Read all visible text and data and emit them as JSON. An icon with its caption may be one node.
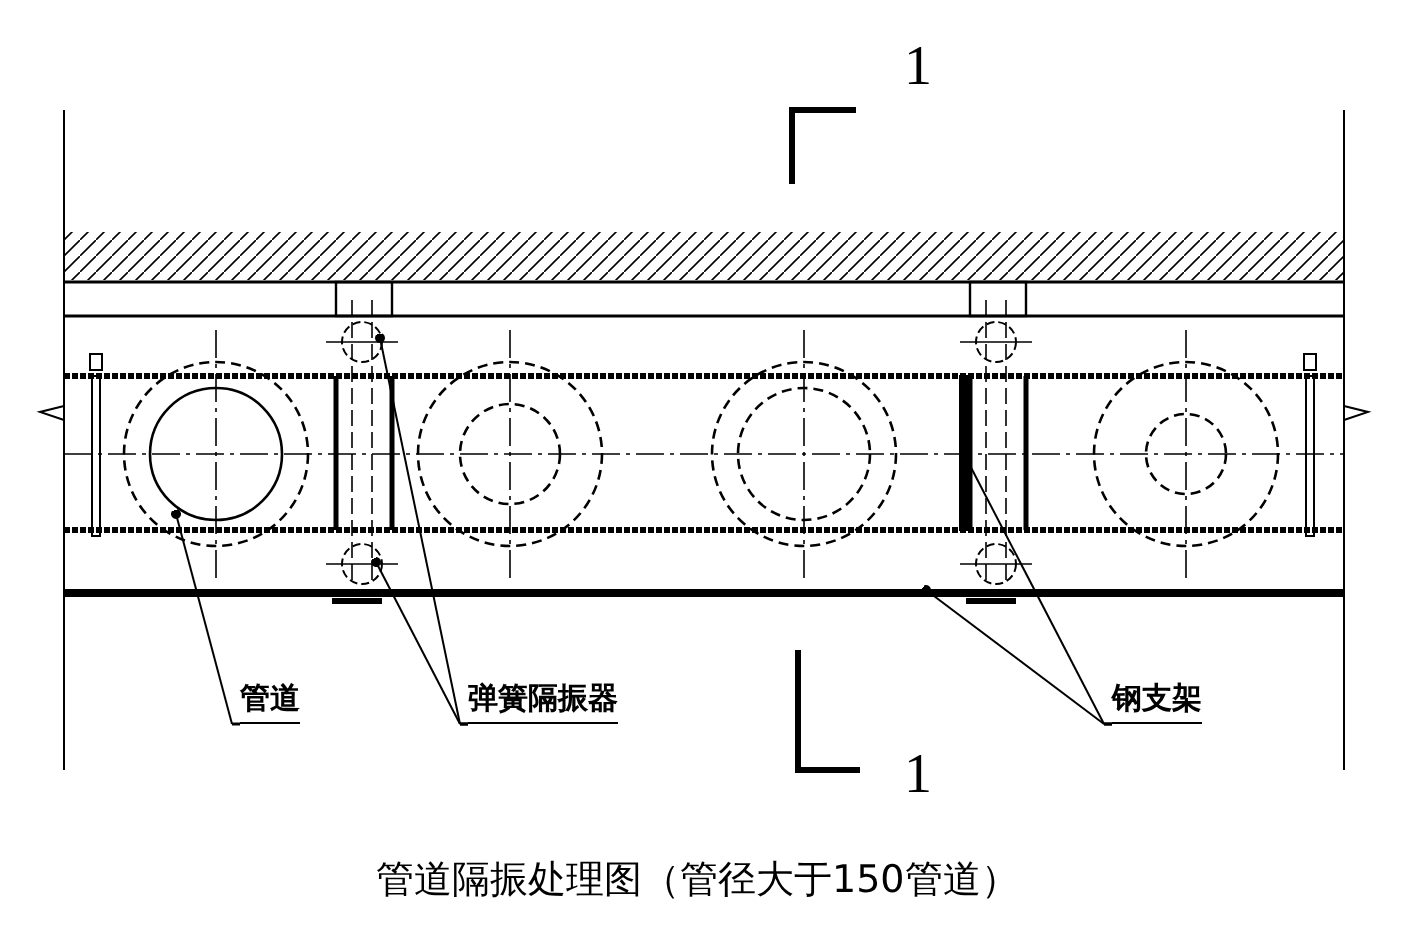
{
  "diagram": {
    "caption": "管道隔振处理图（管径大于150管道）",
    "nodes": [
      {
        "text": [
          "管道"
        ]
      },
      {
        "text": [],
        "shape": "circle"
      },
      {
        "text": [
          "弹簧隔振器"
        ]
      },
      {
        "text": [],
        "shape": "circle"
      },
      {
        "text": [],
        "shape": "circle"
      },
      {
        "text": [
          "钢支架"
        ]
      },
      {
        "text": [],
        "shape": "bar"
      },
      {
        "text": [],
        "shape": "bar"
      },
      {
        "text": [],
        "shape": "circle"
      },
      {
        "text": [],
        "shape": "circle"
      }
    ],
    "edges": [
      {
        "from": 0,
        "to": 1,
        "arrow": "other"
      },
      {
        "from": 2,
        "to": 3,
        "arrow": "other"
      },
      {
        "from": 2,
        "to": 4,
        "arrow": "other"
      },
      {
        "from": 5,
        "to": 6,
        "arrow": "other"
      },
      {
        "from": 5,
        "to": 7,
        "arrow": "other"
      }
    ],
    "labels": [
      "1",
      "1"
    ]
  }
}
